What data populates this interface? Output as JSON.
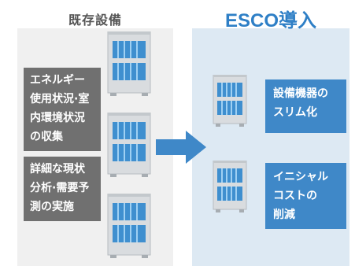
{
  "titles": {
    "before": "既存設備",
    "after": "ESCO導入"
  },
  "before_items": [
    "エネルギー\n使用状況·室\n内環境状況\nの収集",
    "詳細な現状\n分析·需要予\n測の実施"
  ],
  "after_items": [
    "設備機器の\nスリム化",
    "イニシャル\nコストの\n削減"
  ],
  "colors": {
    "title_before": "#555555",
    "title_after": "#2e7fc6",
    "panel_before": "#f0f0f0",
    "panel_after": "#dde9f3",
    "box_before": "#707070",
    "box_after": "#3f88c8",
    "arrow": "#3f88c8",
    "unit_body": "#d9dcdf",
    "unit_fan": "#3f8fcf"
  },
  "icons": {
    "outdoor_unit": "air-conditioner-outdoor-unit-icon",
    "arrow": "right-arrow-icon"
  }
}
